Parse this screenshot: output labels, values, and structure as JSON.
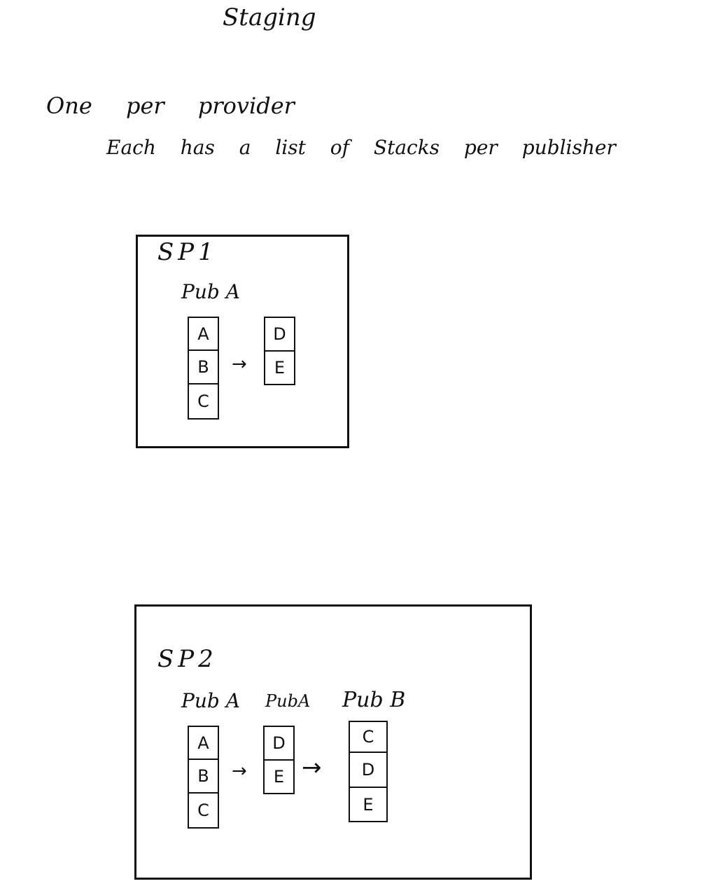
{
  "title": "Staging",
  "subtitle_line1": "One per provider",
  "subtitle_line2": "Each has a list of Stacks per publisher",
  "panels": [
    {
      "label": "SP1",
      "pub_labels": [
        "Pub A"
      ],
      "stacks": [
        {
          "cells": [
            "A",
            "B",
            "C"
          ]
        },
        {
          "cells": [
            "D",
            "E"
          ]
        }
      ],
      "arrows": [
        "→"
      ]
    },
    {
      "label": "SP2",
      "pub_labels": [
        "Pub A",
        "PubA",
        "Pub B"
      ],
      "stacks": [
        {
          "cells": [
            "A",
            "B",
            "C"
          ]
        },
        {
          "cells": [
            "D",
            "E"
          ]
        },
        {
          "cells": [
            "C",
            "D",
            "E"
          ]
        }
      ],
      "arrows": [
        "→",
        "→"
      ]
    }
  ]
}
